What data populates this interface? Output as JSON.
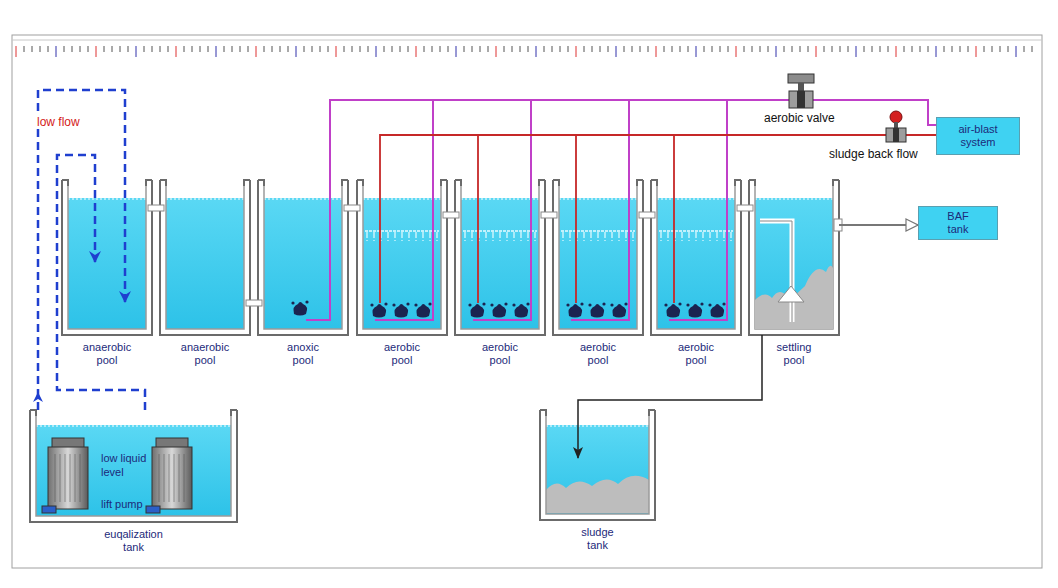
{
  "diagram": {
    "nodes": [
      {
        "text": [
          "air-blast system"
        ]
      },
      {
        "text": [
          "anaerobic pool"
        ]
      },
      {
        "text": [
          "anaerobic pool"
        ]
      },
      {
        "text": [
          "anoxic pool"
        ]
      },
      {
        "text": [
          "aerobic pool"
        ]
      },
      {
        "text": [
          "aerobic pool"
        ]
      },
      {
        "text": [
          "aerobic pool"
        ]
      },
      {
        "text": [
          "aerobic pool"
        ]
      },
      {
        "text": [
          "settling pool"
        ]
      },
      {
        "text": [
          "BAF tank"
        ]
      },
      {
        "text": [
          "euqalization tank"
        ]
      },
      {
        "text": [
          "sludge tank"
        ]
      }
    ],
    "edges": [
      {
        "from": 10,
        "to": 1,
        "arrow": "to"
      },
      {
        "from": 10,
        "to": 1,
        "arrow": "to"
      },
      {
        "from": 0,
        "to": 3,
        "arrow": "none"
      },
      {
        "from": 0,
        "to": 4,
        "arrow": "none"
      },
      {
        "from": 0,
        "to": 5,
        "arrow": "none"
      },
      {
        "from": 0,
        "to": 6,
        "arrow": "none"
      },
      {
        "from": 0,
        "to": 7,
        "arrow": "none"
      },
      {
        "from": 0,
        "to": 4,
        "arrow": "none"
      },
      {
        "from": 0,
        "to": 5,
        "arrow": "none"
      },
      {
        "from": 0,
        "to": 6,
        "arrow": "none"
      },
      {
        "from": 0,
        "to": 7,
        "arrow": "none"
      },
      {
        "from": 8,
        "to": 9,
        "arrow": "to"
      },
      {
        "from": 8,
        "to": 11,
        "arrow": "to"
      }
    ],
    "labels": [
      "low flow",
      "aerobic valve",
      "sludge back flow",
      "low liquid level",
      "lift pump"
    ]
  }
}
